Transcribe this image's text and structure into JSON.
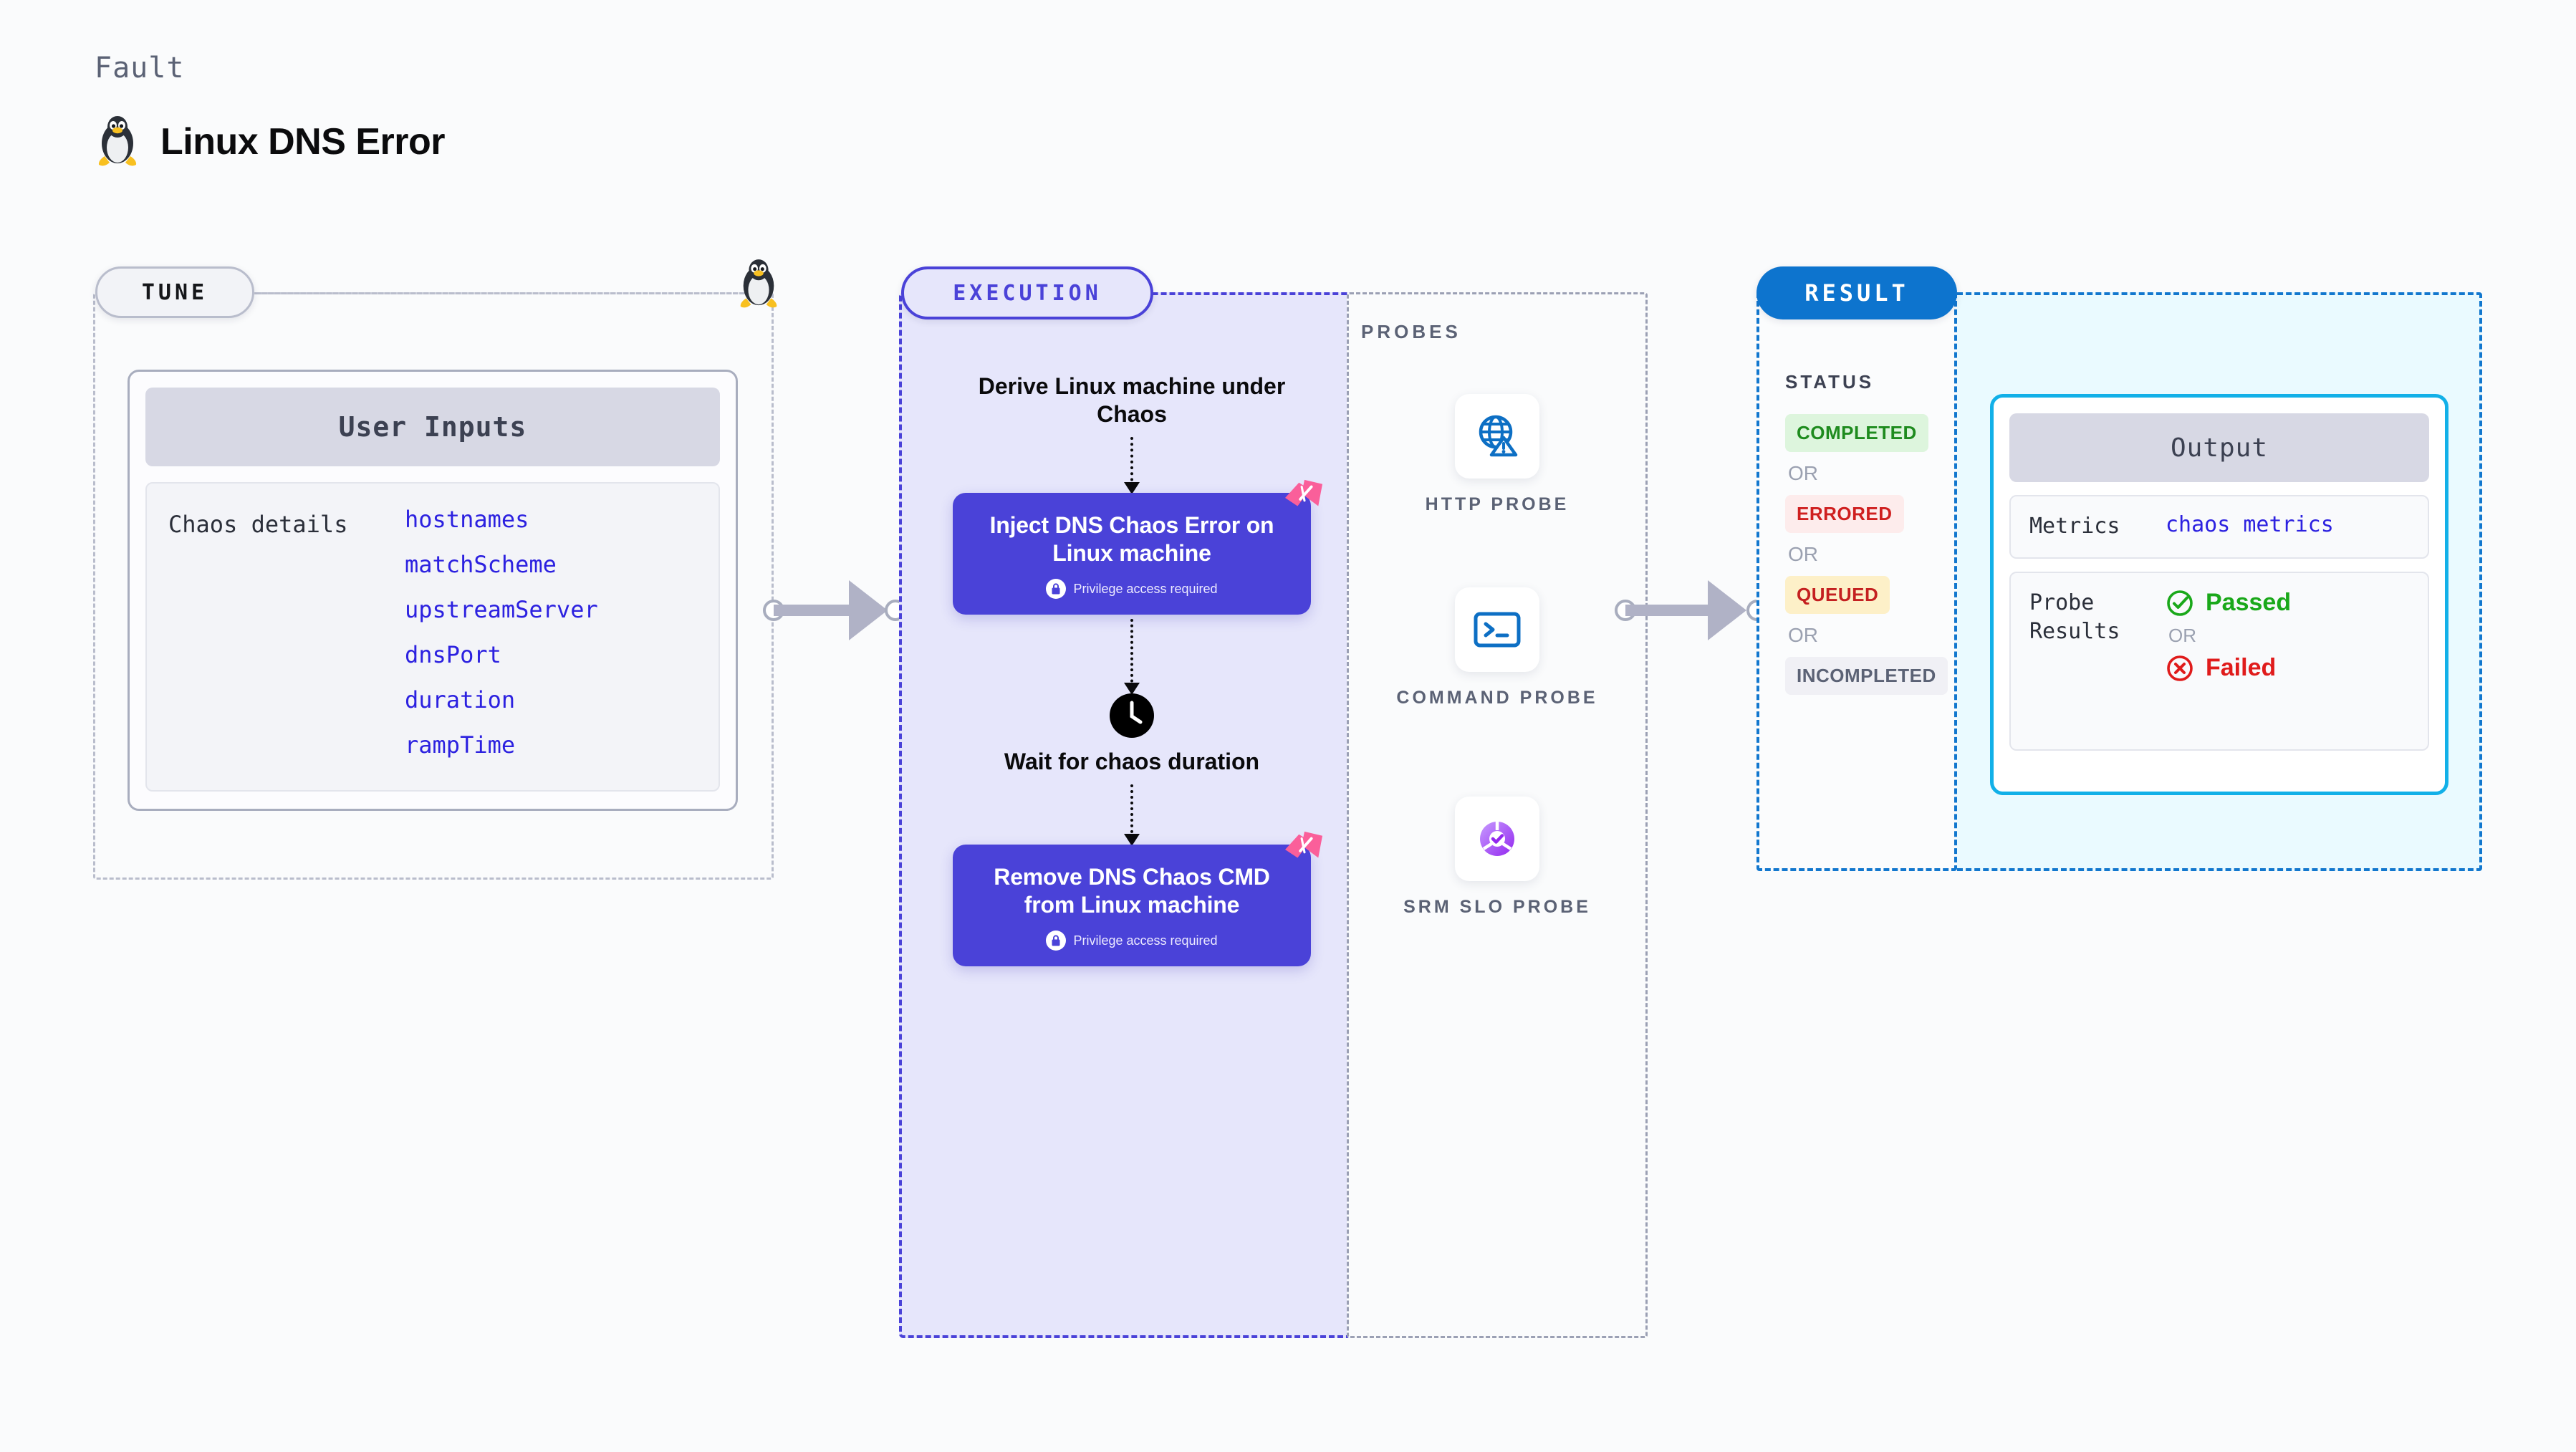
{
  "header": {
    "eyebrow": "Fault",
    "title": "Linux DNS Error",
    "icon": "linux-penguin-icon"
  },
  "tune": {
    "badge": "TUNE",
    "icon": "linux-penguin-icon",
    "card": {
      "title": "User Inputs",
      "group_label": "Chaos details",
      "fields": [
        "hostnames",
        "matchScheme",
        "upstreamServer",
        "dnsPort",
        "duration",
        "rampTime"
      ]
    }
  },
  "execution": {
    "badge": "EXECUTION",
    "steps": [
      {
        "type": "caption",
        "label": "Derive Linux machine under Chaos"
      },
      {
        "type": "chaos-node",
        "label": "Inject DNS Chaos Error on Linux machine",
        "note": "Privilege access required",
        "note_icon": "lock-icon",
        "badge_icon": "harness-logo-icon"
      },
      {
        "type": "wait",
        "icon": "clock-icon",
        "label": "Wait for chaos duration"
      },
      {
        "type": "chaos-node",
        "label": "Remove DNS Chaos CMD from Linux machine",
        "note": "Privilege access required",
        "note_icon": "lock-icon",
        "badge_icon": "harness-logo-icon"
      }
    ]
  },
  "probes": {
    "title": "PROBES",
    "items": [
      {
        "label": "HTTP PROBE",
        "icon": "globe-warning-icon"
      },
      {
        "label": "COMMAND PROBE",
        "icon": "terminal-icon"
      },
      {
        "label": "SRM SLO PROBE",
        "icon": "srm-slo-donut-icon"
      }
    ]
  },
  "result": {
    "badge": "RESULT",
    "status_title": "STATUS",
    "or_label": "OR",
    "statuses": [
      {
        "label": "COMPLETED",
        "bg": "#ddf5dd",
        "fg": "#1e8b1e"
      },
      {
        "label": "ERRORED",
        "bg": "#fdecec",
        "fg": "#cf1f1f"
      },
      {
        "label": "QUEUED",
        "bg": "#fdf0c8",
        "fg": "#c42020"
      },
      {
        "label": "INCOMPLETED",
        "bg": "#f0f0f5",
        "fg": "#5b6275"
      }
    ]
  },
  "output": {
    "title": "Output",
    "metrics_label": "Metrics",
    "metrics_value": "chaos metrics",
    "probe_results_label": "Probe Results",
    "or_label": "OR",
    "passed_label": "Passed",
    "failed_label": "Failed",
    "passed_icon": "check-circle-icon",
    "failed_icon": "x-circle-icon"
  },
  "colors": {
    "accent_purple": "#4a42d8",
    "accent_blue": "#0d74ce",
    "accent_cyan": "#12b0e8",
    "value_blue": "#2c21e0",
    "pink_badge": "#fa5f9a",
    "pass_green": "#1aa81a",
    "fail_red": "#e01b1b",
    "exec_bg": "#e6e6fb",
    "outcome_bg": "#eafaff",
    "connector_gray": "#b0b2c6"
  }
}
